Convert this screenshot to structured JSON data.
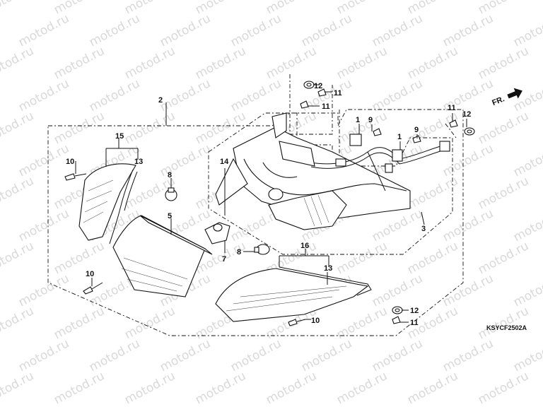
{
  "diagram_code": "KSYCF2502A",
  "front_indicator": "FR.",
  "watermark": "motod.ru",
  "part_labels": [
    "1",
    "1",
    "2",
    "3",
    "5",
    "7",
    "8",
    "8",
    "9",
    "9",
    "10",
    "10",
    "10",
    "11",
    "11",
    "11",
    "11",
    "12",
    "12",
    "12",
    "13",
    "13",
    "14",
    "15",
    "16"
  ],
  "icons": [
    "screw-icon",
    "bolt-icon",
    "washer-icon",
    "bulb-icon",
    "socket-icon",
    "arrow-icon"
  ]
}
